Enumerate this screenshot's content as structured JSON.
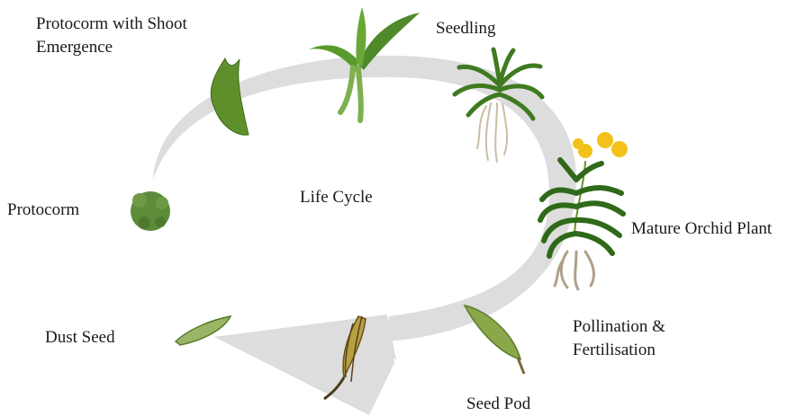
{
  "diagram": {
    "center_label": "Life Cycle",
    "stages": {
      "protocorm_shoot": {
        "line1": "Protocorm with Shoot",
        "line2": "Emergence"
      },
      "seedling": "Seedling",
      "mature": "Mature Orchid Plant",
      "pollination": {
        "line1": "Pollination &",
        "line2": "Fertilisation"
      },
      "seed_pod": "Seed Pod",
      "dust_seed": "Dust Seed",
      "protocorm": "Protocorm"
    },
    "colors": {
      "arrow": "#dcdcdc",
      "leaf": "#4f8a2a",
      "leaf_dark": "#2f5f18",
      "root": "#c8b89a",
      "flower": "#f2c21b",
      "pod": "#8aa84a"
    }
  }
}
